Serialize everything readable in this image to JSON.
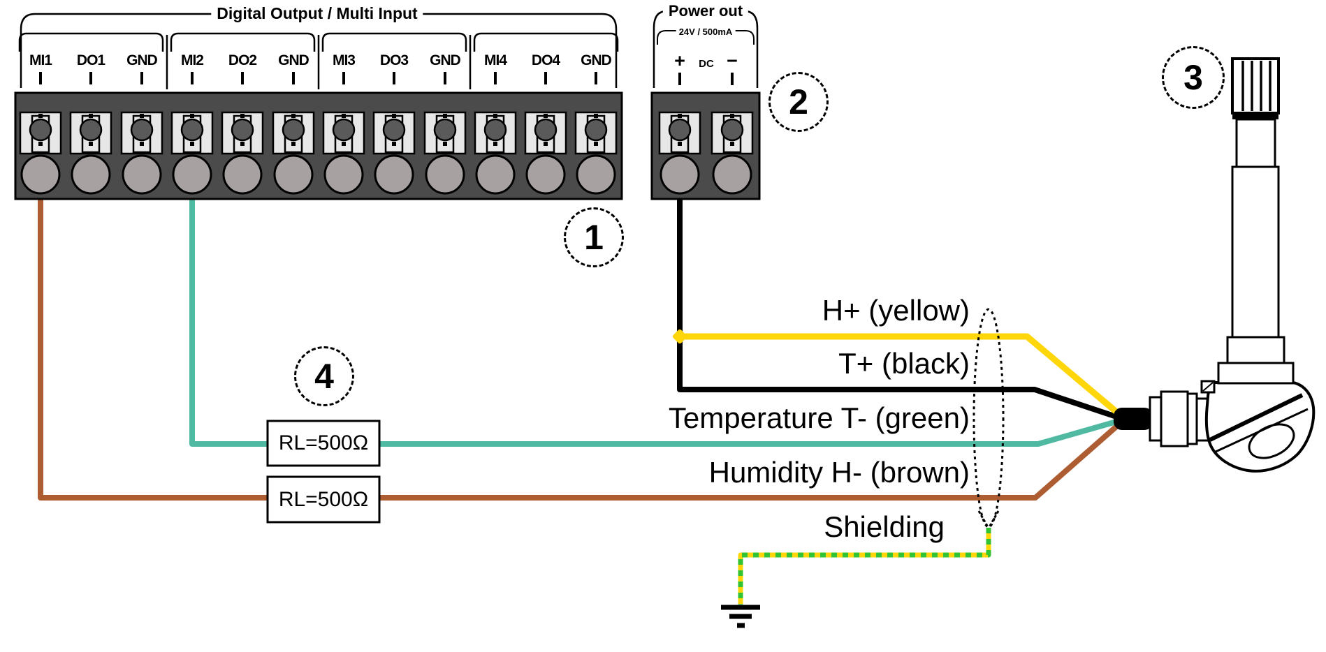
{
  "main_block": {
    "title": "Digital Output / Multi Input",
    "terminals": [
      "MI1",
      "DO1",
      "GND",
      "MI2",
      "DO2",
      "GND",
      "MI3",
      "DO3",
      "GND",
      "MI4",
      "DO4",
      "GND"
    ],
    "callout": "1"
  },
  "power_block": {
    "title": "Power out",
    "subtitle": "24V / 500mA",
    "terminal_plus": "+",
    "terminal_dc": "DC",
    "terminal_minus": "−",
    "callout": "2"
  },
  "sensor_probe": {
    "callout": "3"
  },
  "load_resistors": {
    "callout": "4",
    "resistor_1": "RL=500Ω",
    "resistor_2": "RL=500Ω"
  },
  "wire_labels": {
    "humidity_plus": "H+ (yellow)",
    "temperature_plus": "T+ (black)",
    "temperature_minus": "Temperature T- (green)",
    "humidity_minus": "Humidity H- (brown)",
    "shielding": "Shielding"
  },
  "colors": {
    "wire_yellow": "#FFD60A",
    "wire_black": "#000000",
    "wire_green": "#4FB9A2",
    "wire_brown": "#AE5D32",
    "shield_green": "#33C433",
    "shield_yellow": "#FFD60A",
    "block_body": "#4B4B4B",
    "terminal_face": "#E7E7E7",
    "screw": "#5A5A5A",
    "wire_port": "#A8A1A1"
  }
}
